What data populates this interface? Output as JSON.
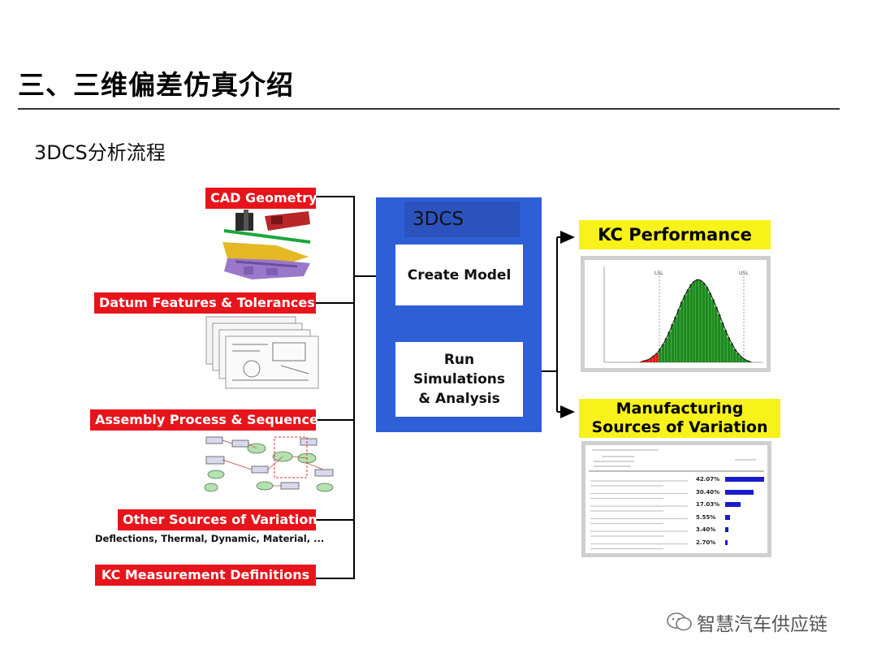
{
  "slide": {
    "title": "三、三维偏差仿真介绍",
    "subtitle": "3DCS分析流程"
  },
  "inputs": {
    "cad_geometry": "CAD Geometry",
    "datum_features": "Datum Features & Tolerances",
    "assembly_process": "Assembly Process & Sequence",
    "other_sources": "Other Sources of Variation",
    "other_sources_note": "Deflections, Thermal, Dynamic, Material, ...",
    "kc_measurement": "KC Measurement Definitions"
  },
  "process": {
    "header": "3DCS",
    "create_model": "Create Model",
    "run_line1": "Run",
    "run_line2": "Simulations",
    "run_line3": "& Analysis"
  },
  "outputs": {
    "kc_performance": "KC Performance",
    "mfg_line1": "Manufacturing",
    "mfg_line2": "Sources of Variation"
  },
  "histogram": {
    "lsl_label": "LSL",
    "usl_label": "USL",
    "bars": [
      0.01,
      0.02,
      0.03,
      0.05,
      0.08,
      0.11,
      0.16,
      0.22,
      0.29,
      0.37,
      0.46,
      0.55,
      0.64,
      0.73,
      0.81,
      0.88,
      0.94,
      0.98,
      1.0,
      0.99,
      0.96,
      0.91,
      0.84,
      0.76,
      0.67,
      0.58,
      0.48,
      0.39,
      0.3,
      0.23,
      0.16,
      0.11,
      0.07,
      0.04,
      0.02,
      0.01
    ],
    "out_of_spec_count": 6,
    "colors": {
      "in_spec": "#1b8a1b",
      "out_of_spec": "#e01818"
    }
  },
  "contributors": {
    "percents": [
      "42.07%",
      "30.40%",
      "17.03%",
      "5.55%",
      "3.40%",
      "2.70%"
    ],
    "shares": [
      1.0,
      0.72,
      0.4,
      0.13,
      0.08,
      0.06
    ],
    "bar_color": "#1a1acc"
  },
  "watermark": "智慧汽车供应链",
  "colors": {
    "accent_red": "#e8141b",
    "blue": "#2f5fd6",
    "yellow": "#f7f21a"
  }
}
